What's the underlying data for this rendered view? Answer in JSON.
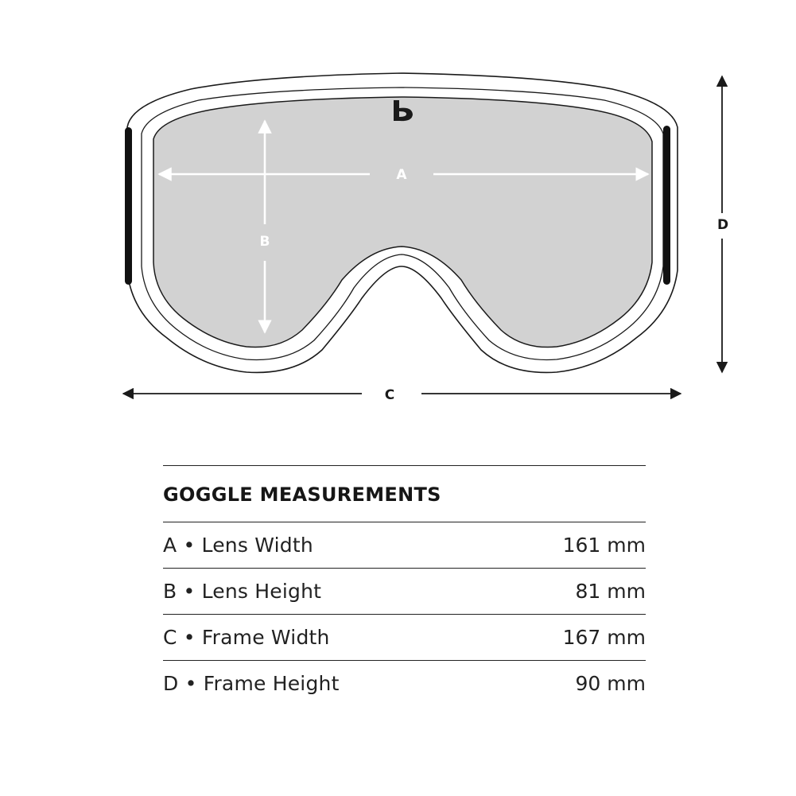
{
  "diagram": {
    "labels": {
      "a": "A",
      "b": "B",
      "c": "C",
      "d": "D"
    },
    "logo": "b"
  },
  "table": {
    "title": "GOGGLE MEASUREMENTS",
    "rows": [
      {
        "label": "A • Lens Width",
        "value": "161 mm"
      },
      {
        "label": "B • Lens Height",
        "value": "81 mm"
      },
      {
        "label": "C • Frame Width",
        "value": "167 mm"
      },
      {
        "label": "D • Frame Height",
        "value": "90 mm"
      }
    ]
  },
  "colors": {
    "lens": "#d2d2d2",
    "line": "#1a1a1a",
    "strap_rail": "#111111"
  }
}
